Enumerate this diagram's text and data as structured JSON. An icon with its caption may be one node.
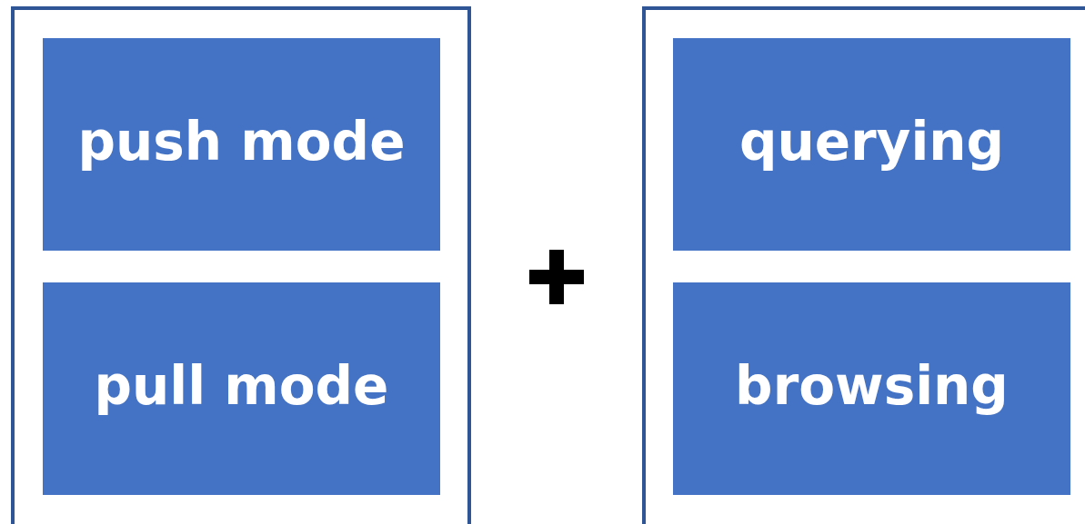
{
  "diagram": {
    "nodes": [
      {
        "text": [],
        "shape": "box"
      },
      {
        "text": [
          "push mode"
        ],
        "in": 0
      },
      {
        "text": [
          "pull mode"
        ],
        "in": 0
      },
      {
        "text": [],
        "shape": "box"
      },
      {
        "text": [
          "querying"
        ],
        "in": 3
      },
      {
        "text": [
          "browsing"
        ],
        "in": 3
      }
    ]
  }
}
